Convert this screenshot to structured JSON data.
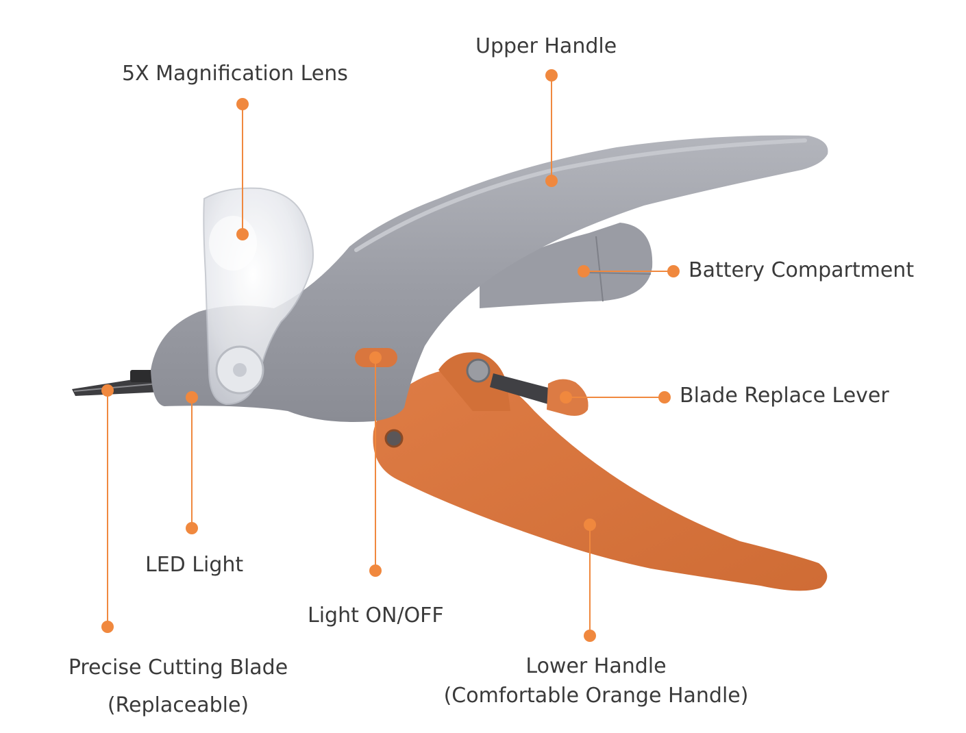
{
  "colors": {
    "accent": "#f0883e",
    "upper_handle": "#9c9ea6",
    "lower_handle": "#d8743f",
    "text": "#3a3a3a"
  },
  "labels": {
    "magnification_lens": "5X Magnification Lens",
    "upper_handle": "Upper Handle",
    "battery_compartment": "Battery Compartment",
    "blade_replace_lever": "Blade Replace Lever",
    "led_light": "LED Light",
    "light_on_off": "Light ON/OFF",
    "cutting_blade_line1": "Precise Cutting Blade",
    "cutting_blade_line2": "(Replaceable)",
    "lower_handle_line1": "Lower Handle",
    "lower_handle_line2": "(Comfortable Orange Handle)"
  }
}
